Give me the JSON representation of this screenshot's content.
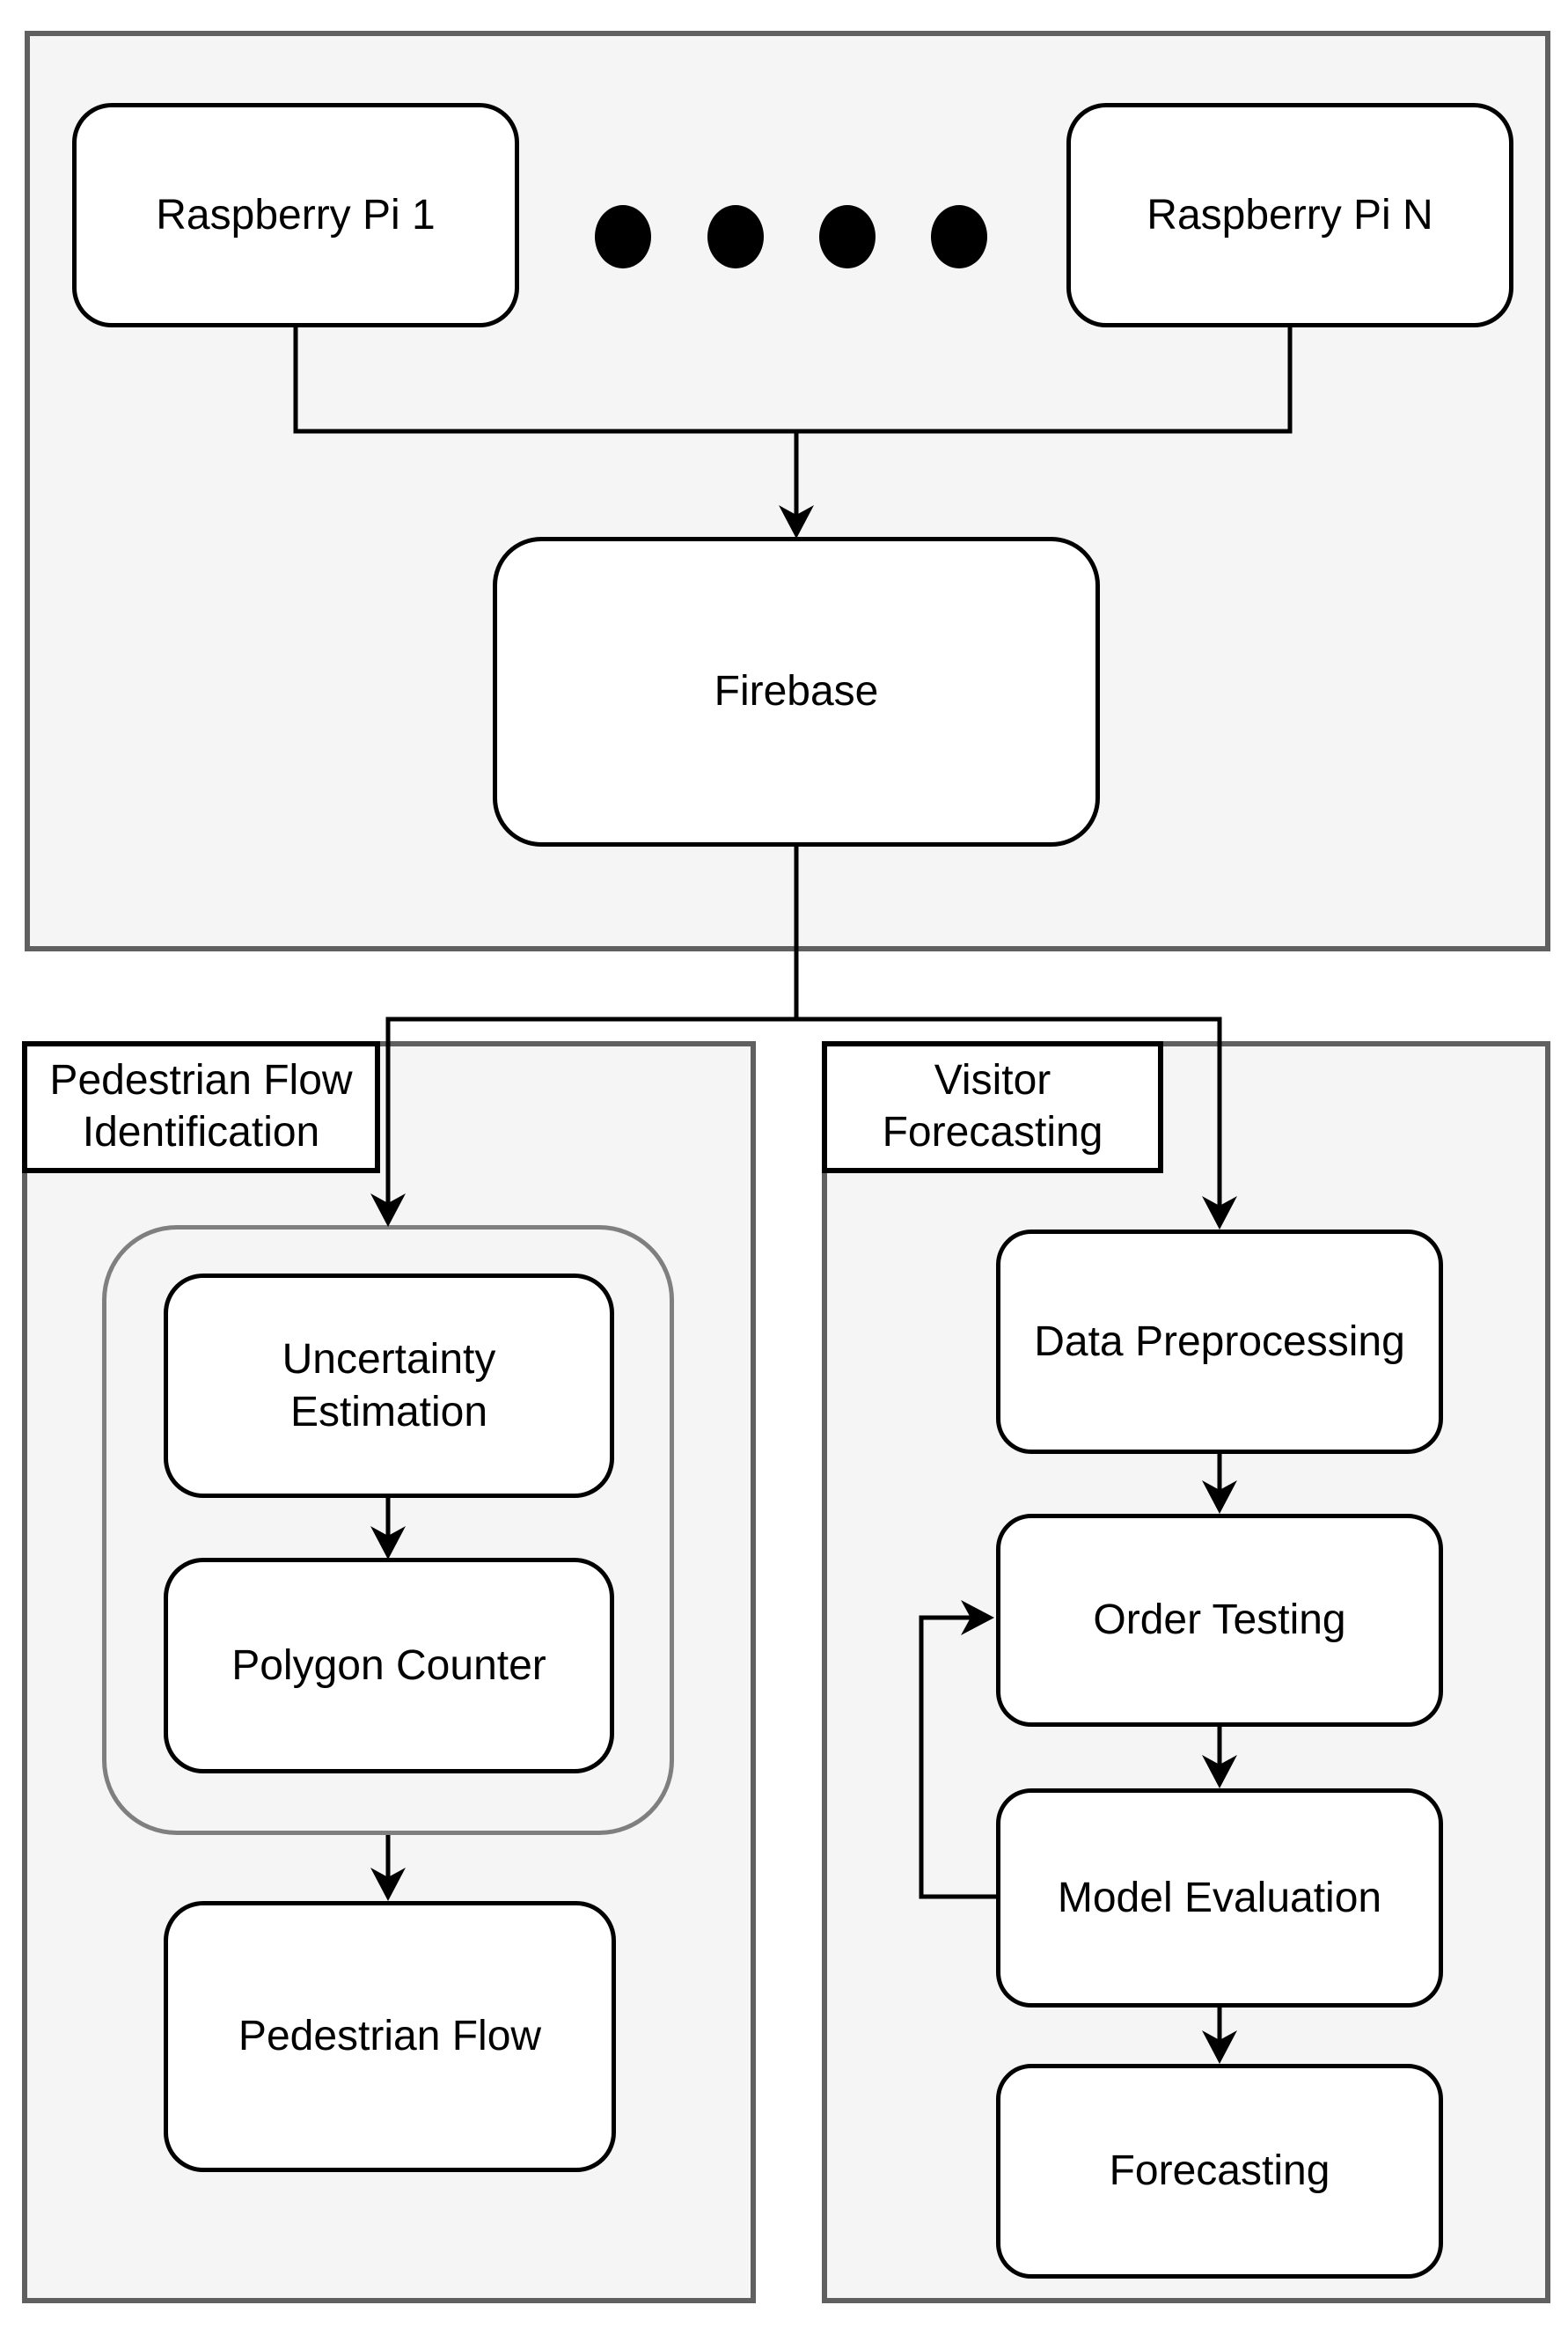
{
  "colors": {
    "canvas_bg": "#ffffff",
    "section_fill": "#f5f5f5",
    "section_border": "#606060",
    "inner_group_border": "#7f7f7f",
    "node_fill": "#ffffff",
    "node_border": "#000000",
    "line": "#000000",
    "text": "#000000"
  },
  "top_section": {
    "nodes": {
      "rpi1": "Raspberry Pi 1",
      "rpiN": "Raspberry Pi N",
      "firebase": "Firebase"
    },
    "ellipsis_dots": 4
  },
  "left_section": {
    "title": "Pedestrian Flow\nIdentification",
    "nodes": {
      "uncertainty_estimation": "Uncertainty\nEstimation",
      "polygon_counter": "Polygon Counter",
      "pedestrian_flow": "Pedestrian Flow"
    }
  },
  "right_section": {
    "title": "Visitor\nForecasting",
    "nodes": {
      "data_preprocessing": "Data Preprocessing",
      "order_testing": "Order Testing",
      "model_evaluation": "Model Evaluation",
      "forecasting": "Forecasting"
    }
  },
  "edges": [
    {
      "from": "Raspberry Pi 1",
      "to": "Firebase"
    },
    {
      "from": "Raspberry Pi N",
      "to": "Firebase"
    },
    {
      "from": "Firebase",
      "to": "Pedestrian Flow Identification"
    },
    {
      "from": "Firebase",
      "to": "Visitor Forecasting"
    },
    {
      "from": "Uncertainty Estimation",
      "to": "Polygon Counter"
    },
    {
      "from": "Uncertainty/Polygon group",
      "to": "Pedestrian Flow"
    },
    {
      "from": "Data Preprocessing",
      "to": "Order Testing"
    },
    {
      "from": "Order Testing",
      "to": "Model Evaluation"
    },
    {
      "from": "Model Evaluation",
      "to": "Order Testing",
      "type": "feedback"
    },
    {
      "from": "Model Evaluation",
      "to": "Forecasting"
    }
  ]
}
